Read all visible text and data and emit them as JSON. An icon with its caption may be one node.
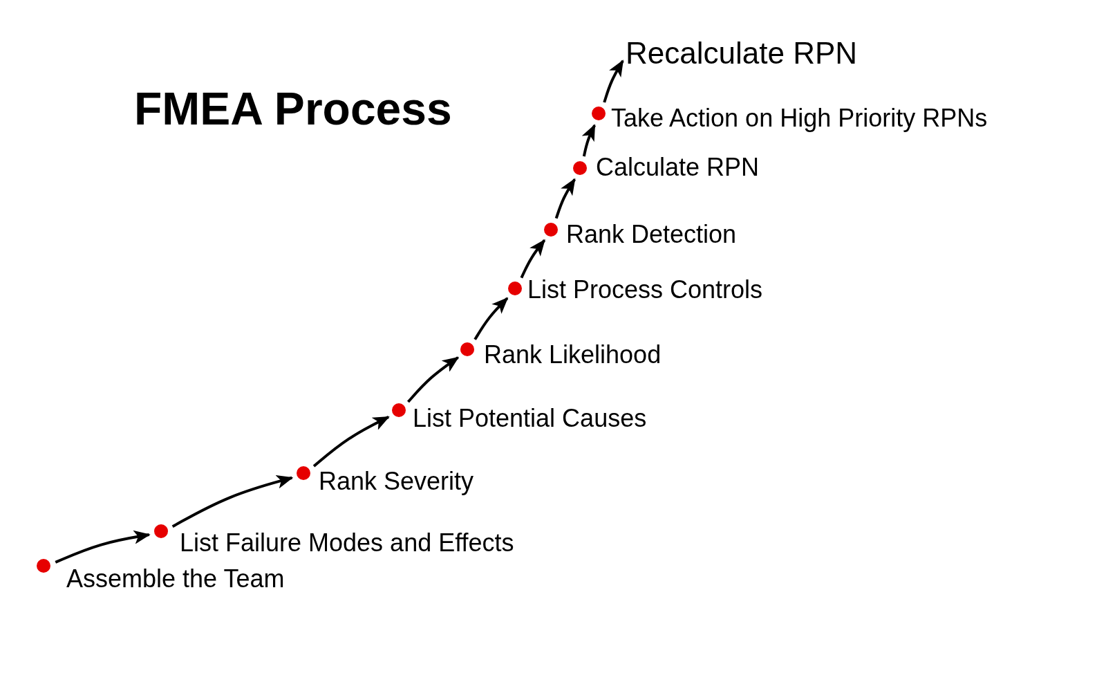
{
  "diagram": {
    "title": "FMEA Process",
    "nodes": [
      {
        "text": [],
        "shape": "circle",
        "beside": [
          "Assemble the Team"
        ]
      },
      {
        "text": [],
        "shape": "circle",
        "beside": [
          "List Failure Modes and Effects"
        ]
      },
      {
        "text": [],
        "shape": "circle",
        "beside": [
          "Rank Severity"
        ]
      },
      {
        "text": [],
        "shape": "circle",
        "beside": [
          "List Potential Causes"
        ]
      },
      {
        "text": [],
        "shape": "circle",
        "beside": [
          "Rank Likelihood"
        ]
      },
      {
        "text": [],
        "shape": "circle",
        "beside": [
          "List Process Controls"
        ]
      },
      {
        "text": [],
        "shape": "circle",
        "beside": [
          "Rank Detection"
        ]
      },
      {
        "text": [],
        "shape": "circle",
        "beside": [
          "Calculate RPN"
        ]
      },
      {
        "text": [],
        "shape": "circle",
        "beside": [
          "Take Action on High Priority RPNs"
        ]
      },
      {
        "text": [
          "Recalculate RPN"
        ]
      }
    ],
    "edges": [
      {
        "from": 0,
        "to": 1,
        "arrow": "to"
      },
      {
        "from": 1,
        "to": 2,
        "arrow": "to"
      },
      {
        "from": 2,
        "to": 3,
        "arrow": "to"
      },
      {
        "from": 3,
        "to": 4,
        "arrow": "to"
      },
      {
        "from": 4,
        "to": 5,
        "arrow": "to"
      },
      {
        "from": 5,
        "to": 6,
        "arrow": "to"
      },
      {
        "from": 6,
        "to": 7,
        "arrow": "to"
      },
      {
        "from": 7,
        "to": 8,
        "arrow": "to"
      },
      {
        "from": 8,
        "to": 9,
        "arrow": "to"
      }
    ]
  }
}
